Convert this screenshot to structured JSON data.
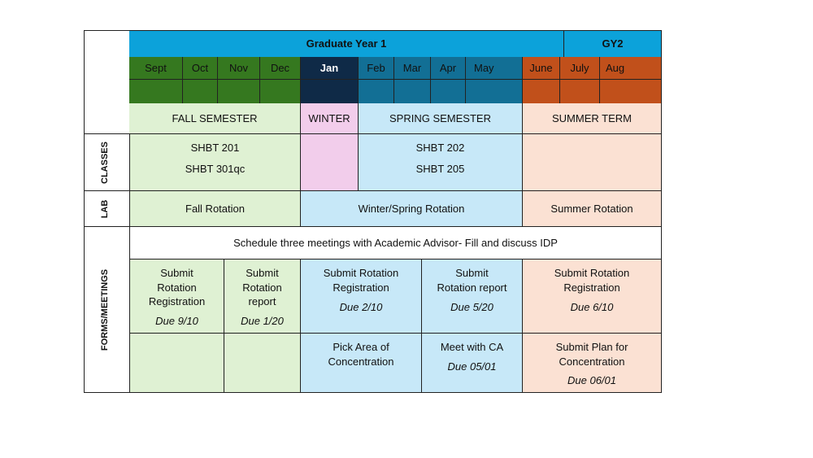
{
  "header": {
    "year1": "Graduate Year 1",
    "year2": "GY2"
  },
  "months": [
    "Sept",
    "Oct",
    "Nov",
    "Dec",
    "Jan",
    "Feb",
    "Mar",
    "Apr",
    "May",
    "June",
    "July",
    "Aug"
  ],
  "terms": {
    "fall": "FALL SEMESTER",
    "winter": "WINTER",
    "spring": "SPRING SEMESTER",
    "summer": "SUMMER TERM"
  },
  "rows": {
    "classes": "CLASSES",
    "lab": "LAB",
    "forms": "FORMS/MEETINGS"
  },
  "classes": {
    "fall": [
      "SHBT 201",
      "SHBT 301qc"
    ],
    "spring": [
      "SHBT 202",
      "SHBT 205"
    ]
  },
  "lab": {
    "fall": "Fall Rotation",
    "winter_spring": "Winter/Spring Rotation",
    "summer": "Summer Rotation"
  },
  "forms": {
    "advisor": "Schedule three meetings with Academic Advisor- Fill and discuss IDP",
    "fall_registration": {
      "lines": [
        "Submit",
        "Rotation",
        "Registration"
      ],
      "due": "Due 9/10"
    },
    "fall_report": {
      "lines": [
        "Submit",
        "Rotation",
        "report"
      ],
      "due": "Due 1/20"
    },
    "spring_registration": {
      "lines": [
        "Submit Rotation",
        "Registration"
      ],
      "due": "Due 2/10"
    },
    "spring_report": {
      "lines": [
        "Submit",
        "Rotation report"
      ],
      "due": "Due 5/20"
    },
    "summer_registration": {
      "lines": [
        "Submit Rotation",
        "Registration"
      ],
      "due": "Due 6/10"
    },
    "area": {
      "lines": [
        "Pick Area of",
        "Concentration"
      ]
    },
    "meet_ca": {
      "lines": [
        "Meet with CA"
      ],
      "due": "Due 05/01"
    },
    "plan": {
      "lines": [
        "Submit Plan for",
        "Concentration"
      ],
      "due": "Due 06/01"
    }
  },
  "colors": {
    "header_blue": "#0ca2da",
    "fall_green": "#35781f",
    "jan_navy": "#0f2a47",
    "spring_teal": "#126f95",
    "summer_orange": "#c1501b",
    "light_green": "#dff1d3",
    "light_blue": "#c7e8f8",
    "light_pink": "#f2cdeb",
    "light_peach": "#fbe1d3"
  }
}
